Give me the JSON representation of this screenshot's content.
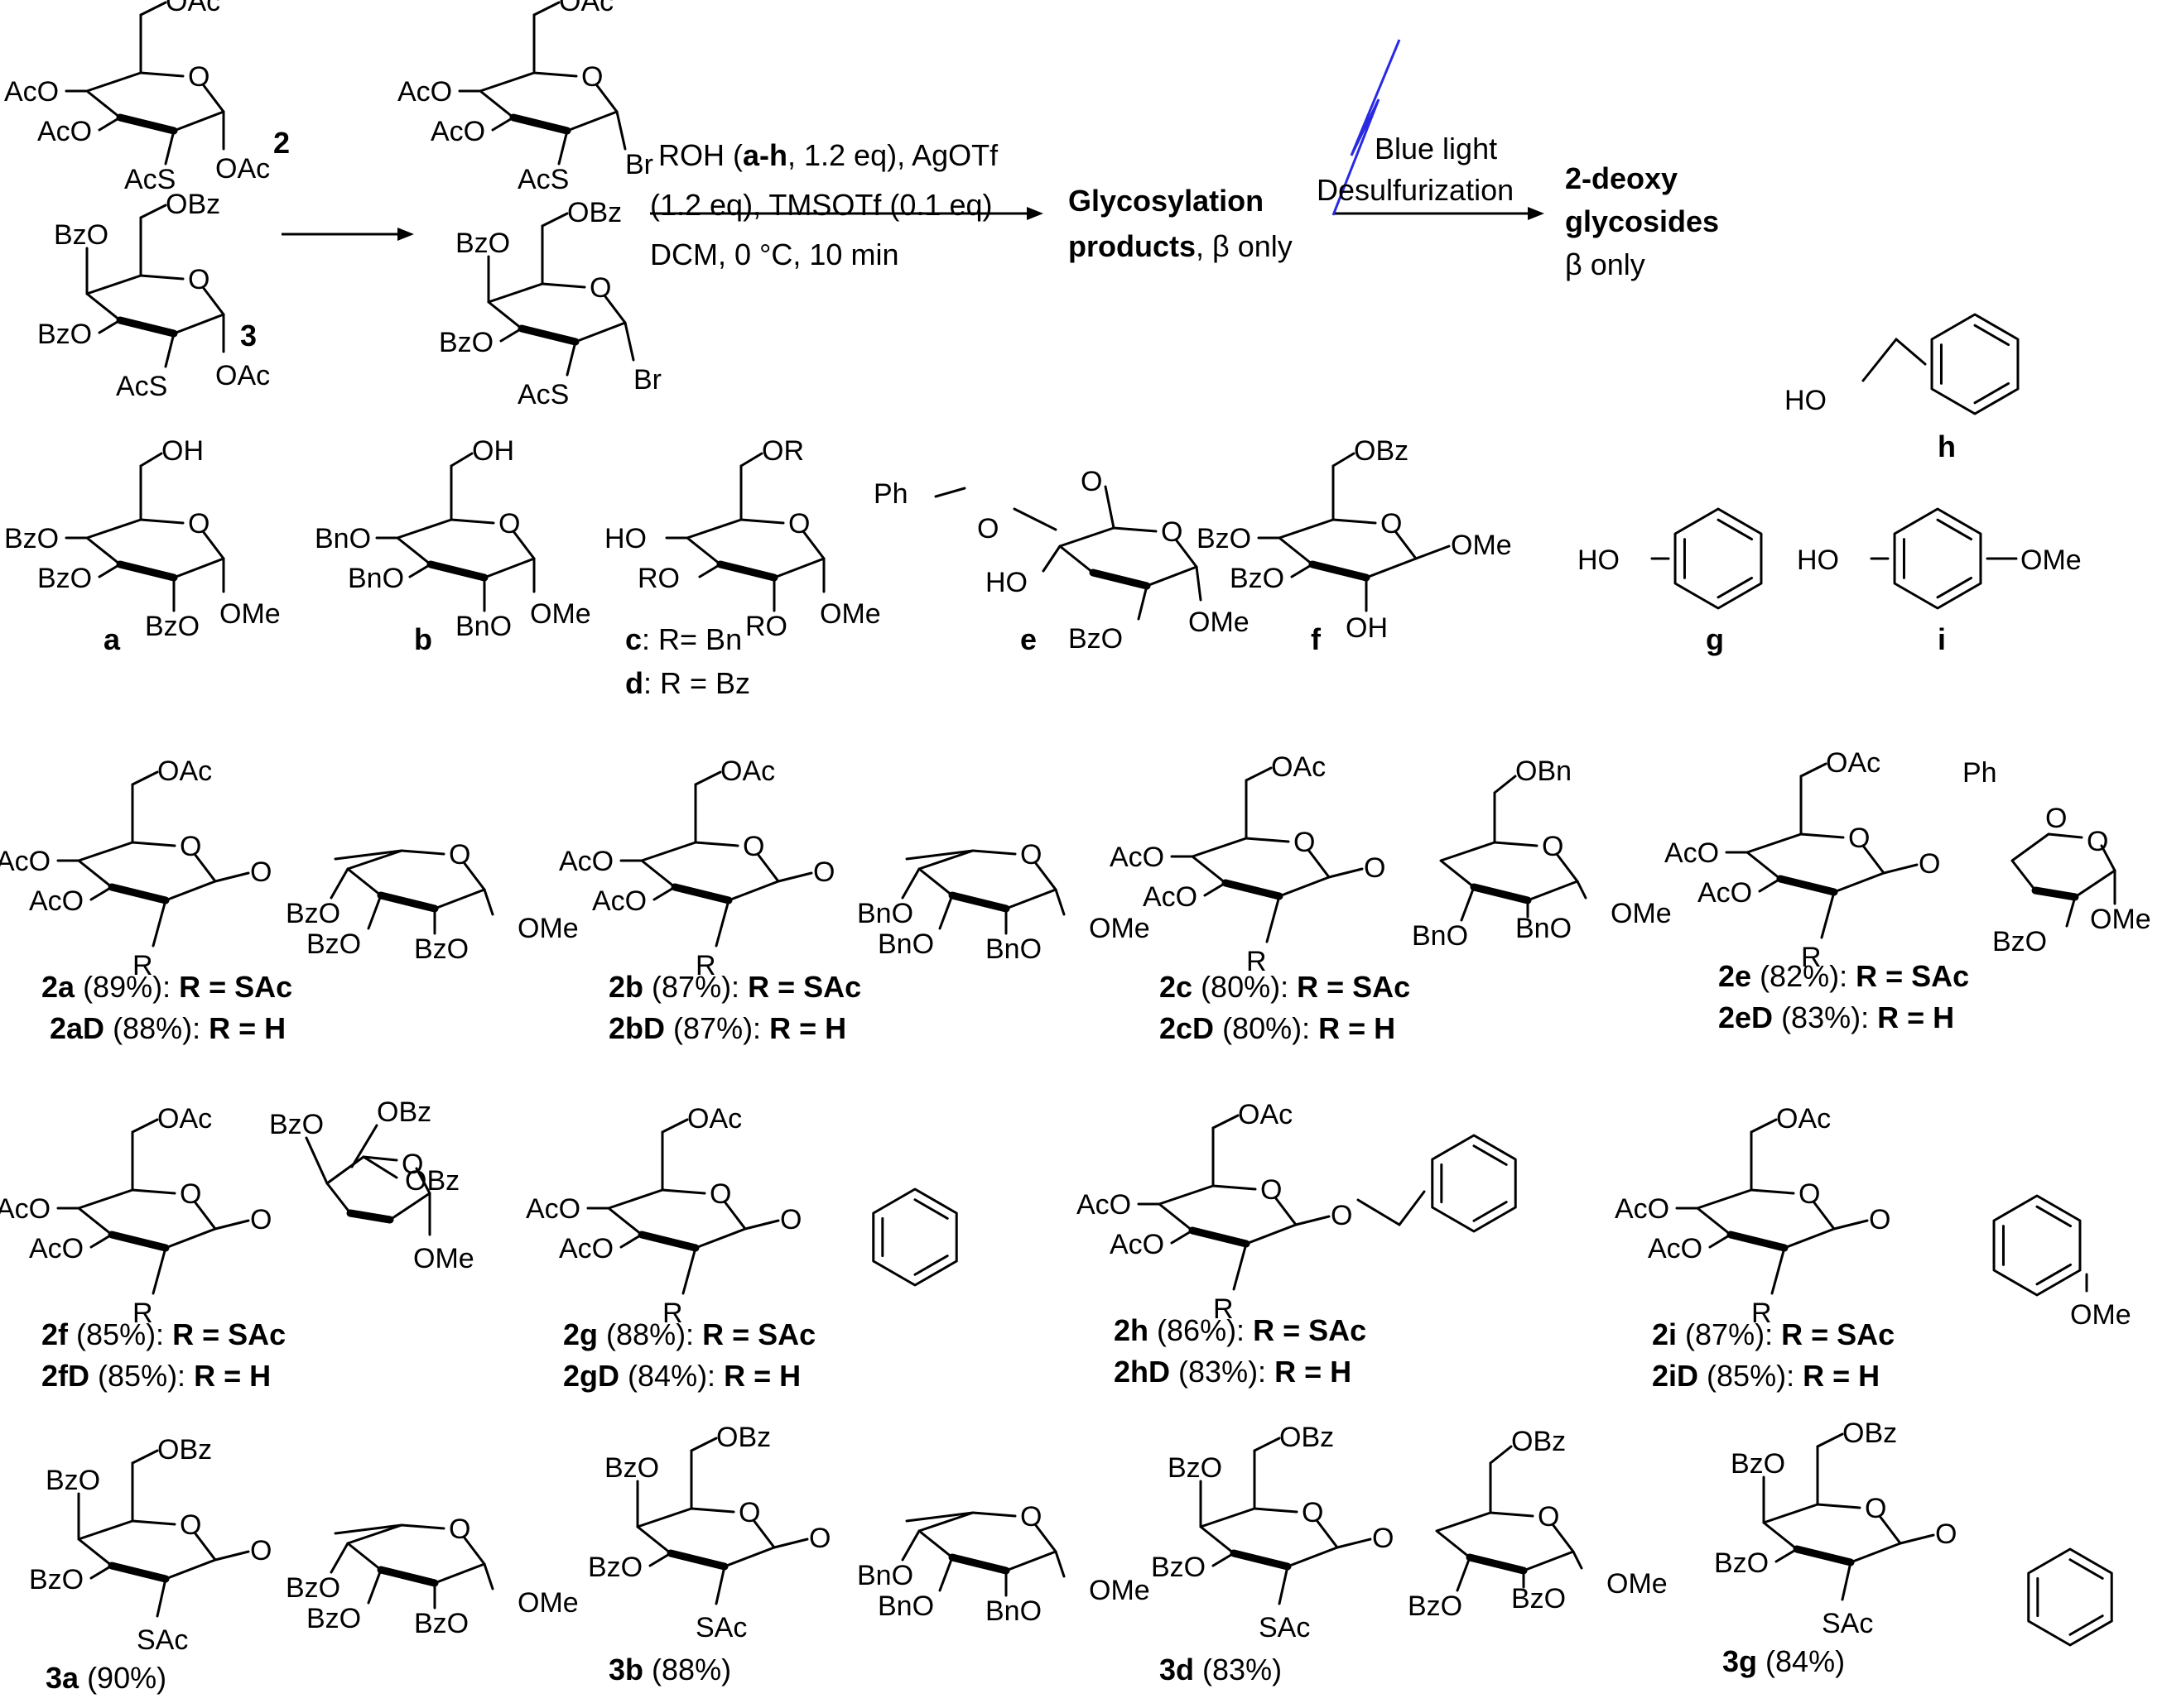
{
  "reaction": {
    "compound_2_label": "2",
    "compound_3_label": "3",
    "conditions_line1_pre": "ROH (",
    "conditions_line1_bold": "a-h",
    "conditions_line1_post": ", 1.2 eq), AgOTf",
    "conditions_line2": "(1.2 eq), TMSOTf (0.1 eq)",
    "conditions_line3": "DCM, 0 °C, 10 min",
    "product_line1": "Glycosylation",
    "product_line2_bold": "products",
    "product_line2_post": ", β only",
    "light_line1": "Blue light",
    "light_line2": "Desulfurization",
    "final_line1": "2-deoxy",
    "final_line2": "glycosides",
    "final_line3": "β only"
  },
  "acceptors": [
    {
      "id": "a",
      "label": "a"
    },
    {
      "id": "b",
      "label": "b"
    },
    {
      "id": "c",
      "label": "c",
      "desc": ": R= Bn"
    },
    {
      "id": "d",
      "label": "d",
      "desc": ": R = Bz"
    },
    {
      "id": "e",
      "label": "e"
    },
    {
      "id": "f",
      "label": "f"
    },
    {
      "id": "g",
      "label": "g"
    },
    {
      "id": "h",
      "label": "h"
    },
    {
      "id": "i",
      "label": "i"
    }
  ],
  "products": [
    {
      "a_id": "2a",
      "a_yield": "(89%):",
      "a_r": "R = SAc",
      "b_id": "2aD",
      "b_yield": "(88%):",
      "b_r": "R = H"
    },
    {
      "a_id": "2b",
      "a_yield": "(87%):",
      "a_r": "R = SAc",
      "b_id": "2bD",
      "b_yield": "(87%):",
      "b_r": "R = H"
    },
    {
      "a_id": "2c",
      "a_yield": "(80%):",
      "a_r": "R = SAc",
      "b_id": "2cD",
      "b_yield": "(80%):",
      "b_r": "R = H"
    },
    {
      "a_id": "2e",
      "a_yield": "(82%):",
      "a_r": "R = SAc",
      "b_id": "2eD",
      "b_yield": "(83%):",
      "b_r": "R = H"
    },
    {
      "a_id": "2f",
      "a_yield": "(85%):",
      "a_r": "R = SAc",
      "b_id": "2fD",
      "b_yield": "(85%):",
      "b_r": "R = H"
    },
    {
      "a_id": "2g",
      "a_yield": "(88%):",
      "a_r": "R = SAc",
      "b_id": "2gD",
      "b_yield": "(84%):",
      "b_r": "R = H"
    },
    {
      "a_id": "2h",
      "a_yield": "(86%):",
      "a_r": "R = SAc",
      "b_id": "2hD",
      "b_yield": "(83%):",
      "b_r": "R = H"
    },
    {
      "a_id": "2i",
      "a_yield": "(87%):",
      "a_r": "R = SAc",
      "b_id": "2iD",
      "b_yield": "(85%):",
      "b_r": "R = H"
    }
  ],
  "products_3": [
    {
      "id": "3a",
      "yield": "(90%)"
    },
    {
      "id": "3b",
      "yield": "(88%)"
    },
    {
      "id": "3d",
      "yield": "(83%)"
    },
    {
      "id": "3g",
      "yield": "(84%)"
    }
  ],
  "atoms": {
    "OAc": "OAc",
    "AcO": "AcO",
    "OBz": "OBz",
    "BzO": "BzO",
    "OBn": "OBn",
    "BnO": "BnO",
    "AcS": "AcS",
    "SAc": "SAc",
    "Br": "Br",
    "O": "O",
    "OH": "OH",
    "HO": "HO",
    "OMe": "OMe",
    "R": "R",
    "RO": "RO",
    "OR": "OR",
    "Ph": "Ph"
  }
}
